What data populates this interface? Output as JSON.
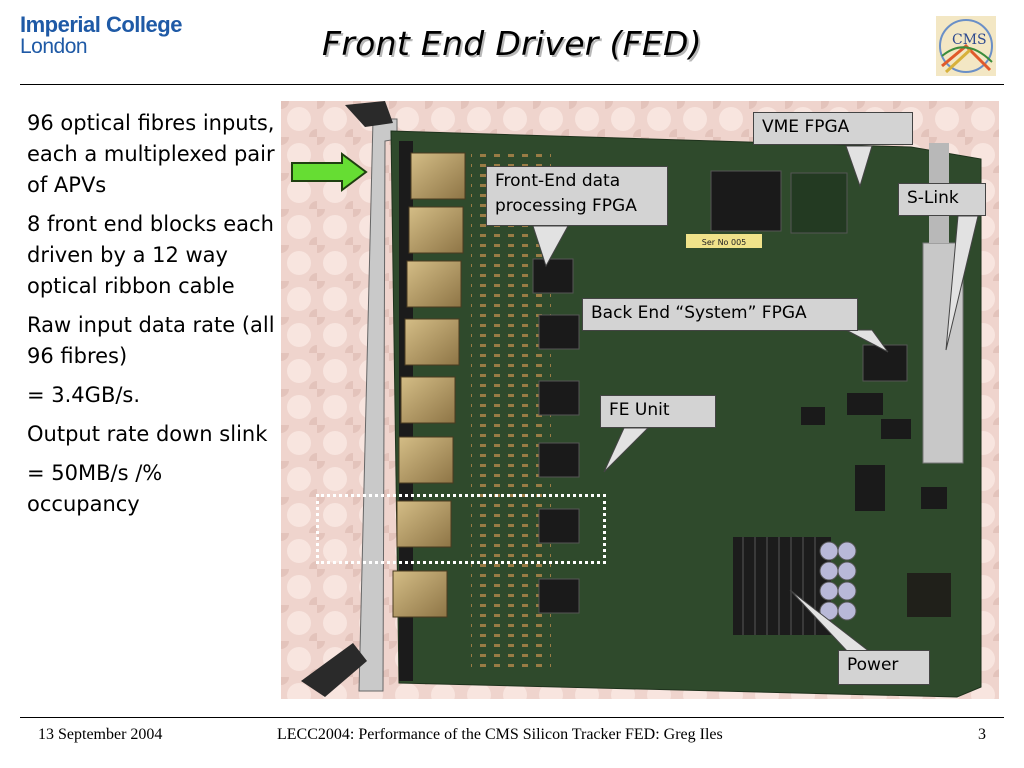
{
  "header": {
    "logo_line1": "Imperial College",
    "logo_line2": "London",
    "title": "Front End Driver (FED)",
    "cms_logo_text": "CMS"
  },
  "bullets": [
    "96 optical fibres inputs, each a multiplexed pair of APVs",
    "8 front end blocks each driven by a 12 way optical ribbon cable",
    "Raw input data rate (all 96 fibres)",
    "= 3.4GB/s.",
    "Output rate down slink",
    "= 50MB/s /% occupancy"
  ],
  "photo": {
    "serial_label": "Ser No 005",
    "callouts": {
      "vme_fpga": "VME FPGA",
      "front_end_fpga": "Front-End data processing FPGA",
      "s_link": "S-Link",
      "back_end_fpga": "Back End “System” FPGA",
      "fe_unit": "FE Unit",
      "power": "Power"
    }
  },
  "footer": {
    "date": "13 September 2004",
    "conference": "LECC2004: Performance of the CMS Silicon Tracker FED: Greg Iles",
    "page": "3"
  },
  "colors": {
    "logo_blue": "#1f5aa6",
    "arrow_green": "#66dd33",
    "pcb_green": "#2f4a2c",
    "background_pink": "#f0d6d0"
  }
}
